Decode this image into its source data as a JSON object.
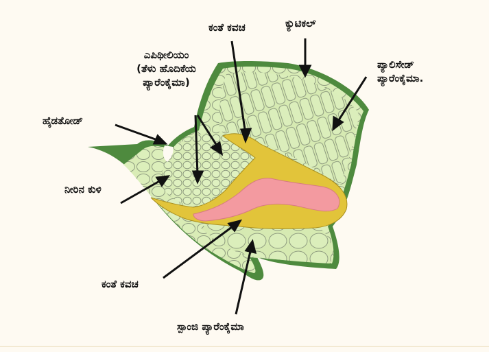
{
  "labels": {
    "kanthe_kavacha_top": "ಕಂತೆ ಕವಚ",
    "cuticle": "ಕ್ಯುಟಿಕಲ್",
    "epithelium_l1": "ಎಪಿಥೀಲಿಯಂ",
    "epithelium_l2": "(ತೆಳು ಹೊದಿಕೆಯ",
    "epithelium_l3": "ಪ್ಯಾರೆಂಕೈಮಾ)",
    "palisade_l1": "ಪ್ಯಾಲಿಸೇಡ್",
    "palisade_l2": "ಪ್ಯಾರೆಂಕೈಮಾ.",
    "hydathode": "ಹೈಡತೋಡ್",
    "water_cavity": "ನೀರಿನ ಕುಳಿ",
    "kanthe_kavacha_bottom": "ಕಂತೆ ಕವಚ",
    "spongy": "ಸ್ಪಾಂಜಿ ಪ್ಯಾರೆಂಕೈಮಾ"
  },
  "colors": {
    "cuticle": "#4e8a3e",
    "tissue": "#d9ecb6",
    "cell_line": "#8a9a7a",
    "bundle_sheath": "#e2c43a",
    "vascular": "#f39aa0",
    "background": "#fefaf2"
  }
}
